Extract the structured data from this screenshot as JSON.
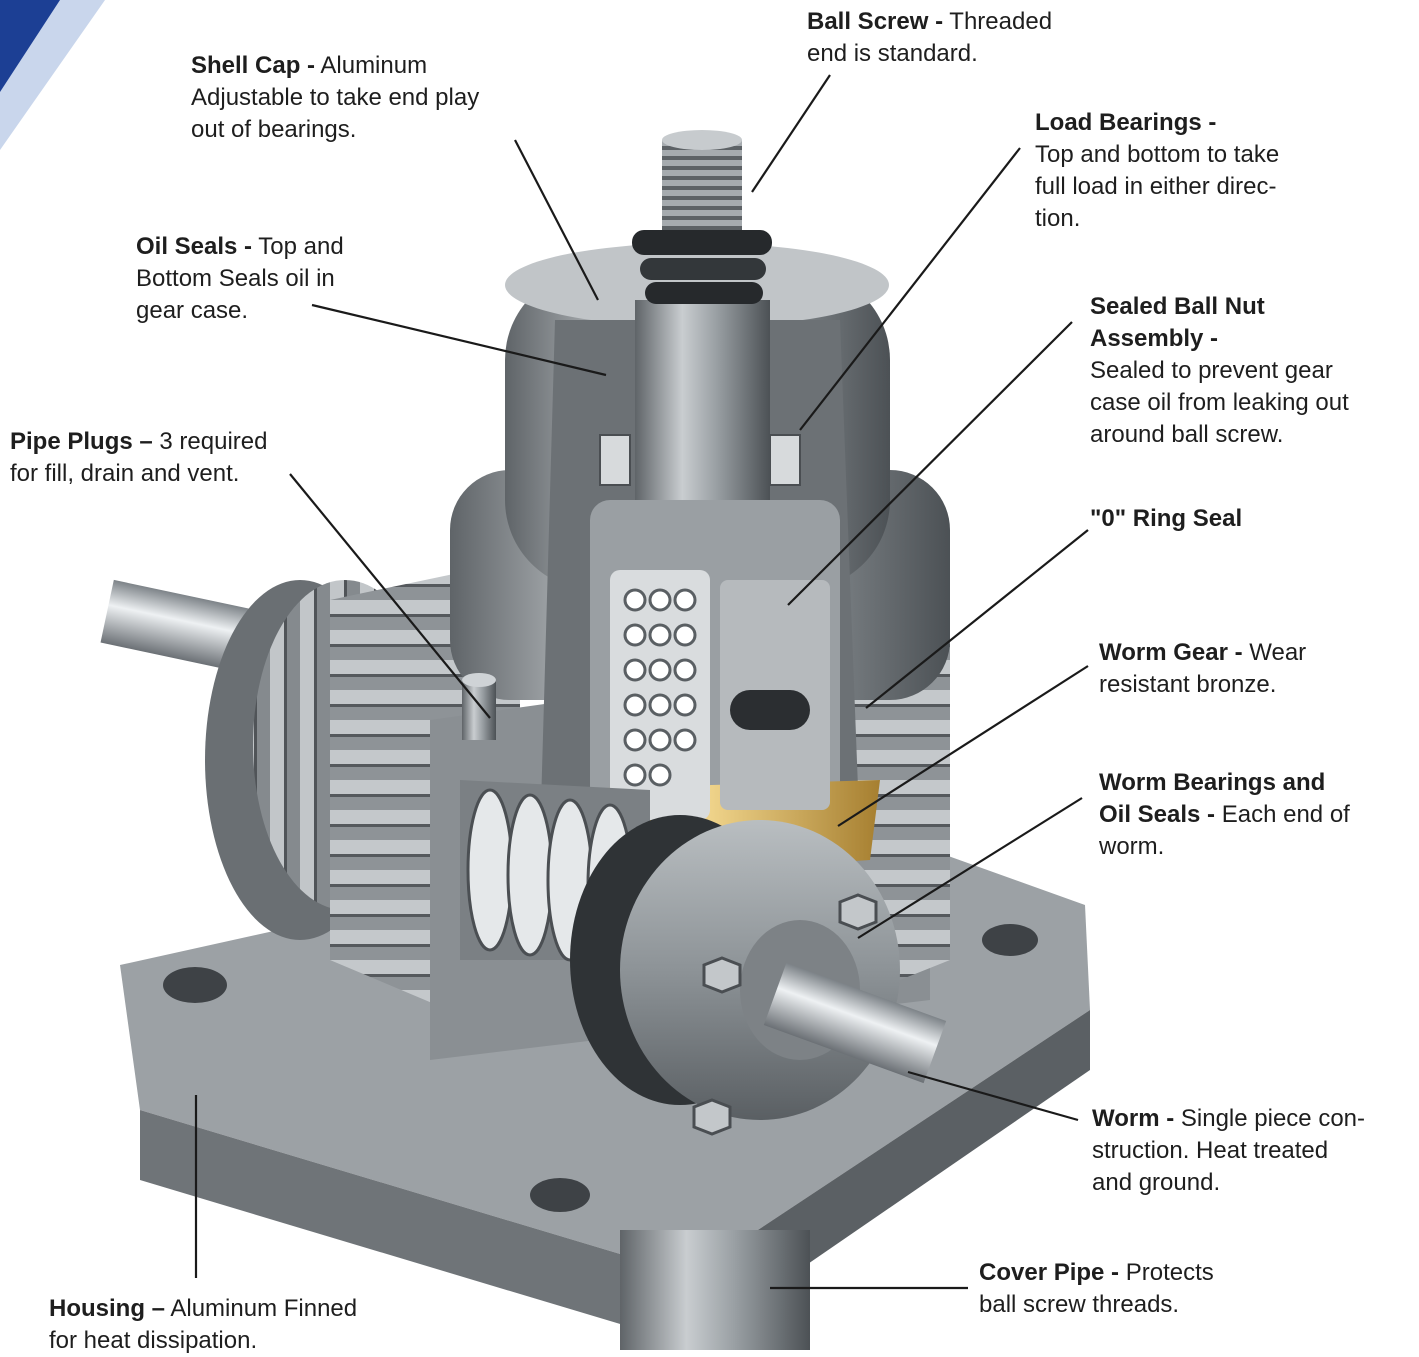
{
  "colors": {
    "accent": "#1c3f94",
    "accent_light": "#c9d6ec",
    "metal": "#8e9397",
    "bronze": "#d8b45c",
    "leader": "#1a1a1a"
  },
  "callouts": [
    {
      "id": "ball-screw",
      "title": "Ball Screw -",
      "lines": [
        "Threaded",
        "end is standard."
      ]
    },
    {
      "id": "shell-cap",
      "title": "Shell Cap -",
      "lines": [
        "Aluminum",
        "Adjustable to take end play",
        "out of bearings."
      ]
    },
    {
      "id": "load-bearings",
      "title": "Load Bearings -",
      "lines": [
        "",
        "Top and bottom to take",
        "full load in either direc-",
        "tion."
      ]
    },
    {
      "id": "oil-seals",
      "title": "Oil Seals -",
      "lines": [
        "Top and",
        "Bottom Seals oil in",
        "gear case."
      ]
    },
    {
      "id": "sealed-ball-nut",
      "title": "Sealed Ball Nut",
      "lines": [
        "",
        "Assembly -",
        "Sealed to prevent gear",
        "case oil from leaking out",
        "around ball screw."
      ]
    },
    {
      "id": "pipe-plugs",
      "title": "Pipe Plugs –",
      "lines": [
        "3 required",
        "for fill, drain and vent."
      ]
    },
    {
      "id": "o-ring-seal",
      "title": "\"0\" Ring Seal",
      "lines": [
        ""
      ]
    },
    {
      "id": "worm-gear",
      "title": "Worm Gear -",
      "lines": [
        "Wear",
        "resistant bronze."
      ]
    },
    {
      "id": "worm-bearings",
      "title": "Worm Bearings and",
      "lines": [
        "",
        "Oil Seals -",
        "Each end of",
        "worm."
      ]
    },
    {
      "id": "worm",
      "title": "Worm -",
      "lines": [
        "Single piece con-",
        "struction. Heat treated",
        "and ground."
      ]
    },
    {
      "id": "cover-pipe",
      "title": "Cover Pipe -",
      "lines": [
        "Protects",
        "ball screw threads."
      ]
    },
    {
      "id": "housing",
      "title": "Housing –",
      "lines": [
        " Aluminum Finned",
        "for heat dissipation."
      ]
    }
  ]
}
